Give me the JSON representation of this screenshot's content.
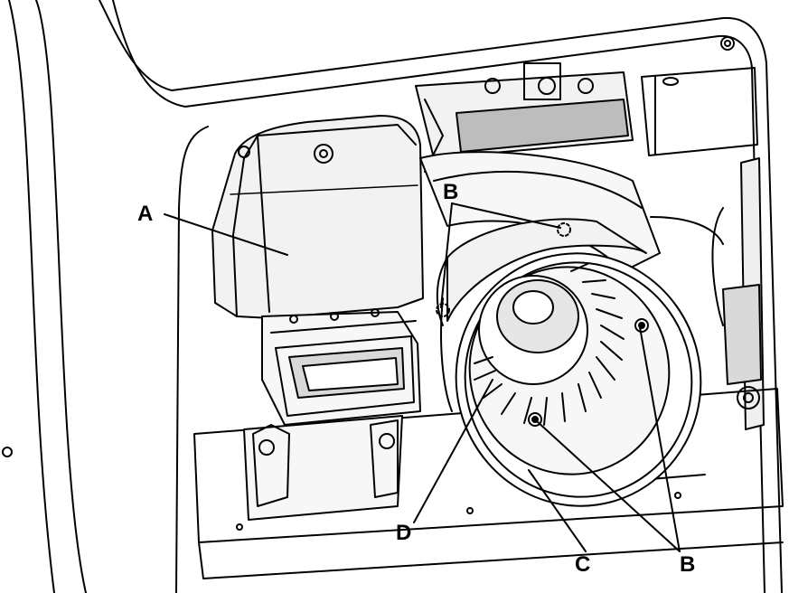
{
  "diagram": {
    "callouts": {
      "a": "A",
      "b_top": "B",
      "b_bottom": "B",
      "c": "C",
      "d": "D"
    }
  },
  "colors": {
    "line": "#000000",
    "paper": "#ffffff",
    "shade": "#d9d9d9",
    "dark_shade": "#bdbdbd"
  }
}
